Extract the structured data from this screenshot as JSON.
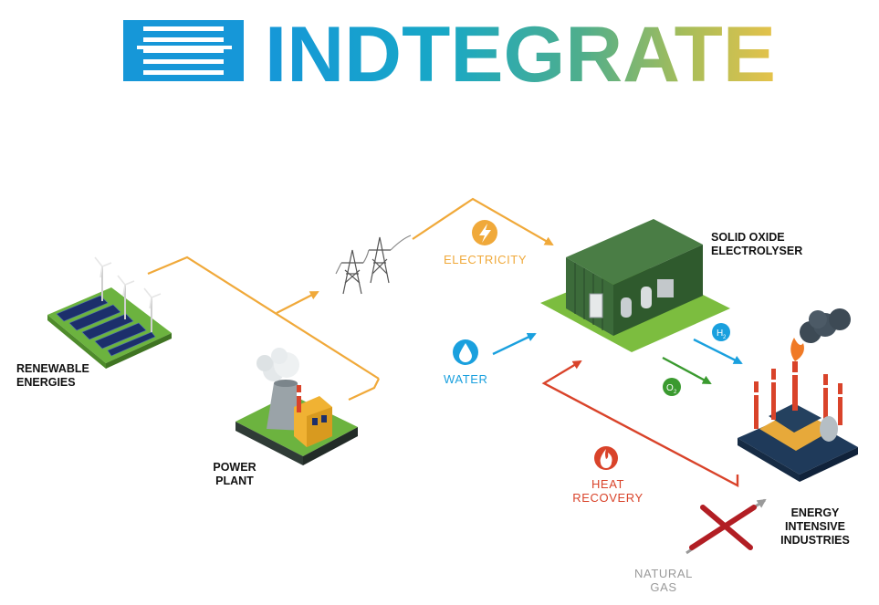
{
  "logo": {
    "text": "INDTEGRATE"
  },
  "nodes": {
    "renewable": "RENEWABLE\nENERGIES",
    "power_plant": "POWER\nPLANT",
    "electrolyser": "SOLID OXIDE\nELECTROLYSER",
    "industries": "ENERGY\nINTENSIVE\nINDUSTRIES"
  },
  "flows": {
    "electricity": "ELECTRICITY",
    "water": "WATER",
    "heat": "HEAT\nRECOVERY",
    "natural_gas": "NATURAL\nGAS",
    "h2": "H",
    "h2_sub": "2",
    "o2": "O",
    "o2_sub": "2"
  },
  "colors": {
    "electricity": "#f0a93a",
    "water": "#1aa0de",
    "heat": "#d9432a",
    "oxygen": "#3a9a2f",
    "natural_gas": "#9a9a9a",
    "cross": "#b21e24",
    "container": "#3c6b3a",
    "ground": "#7cbd3f"
  },
  "icons": [
    "lightning-icon",
    "water-drop-icon",
    "flame-icon",
    "h2-badge",
    "o2-badge"
  ]
}
